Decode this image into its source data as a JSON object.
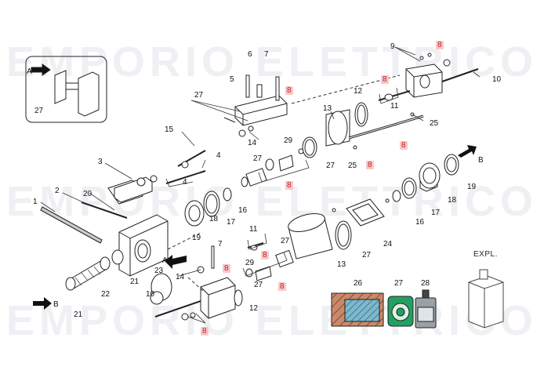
{
  "watermark": {
    "text": "EMPORIO ELETTRICO",
    "color": "#e9ecf0"
  },
  "highlight_color": "#f7c9c9",
  "highlight_text_color": "#c2181f",
  "part_labels": [
    {
      "id": "l27a",
      "text": "27",
      "hl": false
    },
    {
      "id": "l9",
      "text": "9",
      "hl": false
    },
    {
      "id": "l8a",
      "text": "8",
      "hl": true
    },
    {
      "id": "l6",
      "text": "6",
      "hl": false
    },
    {
      "id": "l7a",
      "text": "7",
      "hl": false
    },
    {
      "id": "l5",
      "text": "5",
      "hl": false
    },
    {
      "id": "l8b",
      "text": "8",
      "hl": true
    },
    {
      "id": "l10a",
      "text": "10",
      "hl": false
    },
    {
      "id": "l8c",
      "text": "8",
      "hl": true
    },
    {
      "id": "l27b",
      "text": "27",
      "hl": false
    },
    {
      "id": "l12a",
      "text": "12",
      "hl": false
    },
    {
      "id": "l11a",
      "text": "11",
      "hl": false
    },
    {
      "id": "l13a",
      "text": "13",
      "hl": false
    },
    {
      "id": "l25a",
      "text": "25",
      "hl": false
    },
    {
      "id": "l15",
      "text": "15",
      "hl": false
    },
    {
      "id": "l14a",
      "text": "14",
      "hl": false
    },
    {
      "id": "l29a",
      "text": "29",
      "hl": false
    },
    {
      "id": "l8d",
      "text": "8",
      "hl": true
    },
    {
      "id": "l27c",
      "text": "27",
      "hl": false
    },
    {
      "id": "l25b",
      "text": "25",
      "hl": false
    },
    {
      "id": "l8e",
      "text": "8",
      "hl": true
    },
    {
      "id": "l4a",
      "text": "4",
      "hl": false
    },
    {
      "id": "l3",
      "text": "3",
      "hl": false
    },
    {
      "id": "l27d",
      "text": "27",
      "hl": false
    },
    {
      "id": "l4b",
      "text": "4",
      "hl": false
    },
    {
      "id": "l8f",
      "text": "8",
      "hl": true
    },
    {
      "id": "lB1",
      "text": "B",
      "hl": false
    },
    {
      "id": "l19a",
      "text": "19",
      "hl": false
    },
    {
      "id": "l2",
      "text": "2",
      "hl": false
    },
    {
      "id": "l20",
      "text": "20",
      "hl": false
    },
    {
      "id": "l16a",
      "text": "16",
      "hl": false
    },
    {
      "id": "l18a",
      "text": "18",
      "hl": false
    },
    {
      "id": "l17a",
      "text": "17",
      "hl": false
    },
    {
      "id": "l1",
      "text": "1",
      "hl": false
    },
    {
      "id": "l17b",
      "text": "17",
      "hl": false
    },
    {
      "id": "l16b",
      "text": "16",
      "hl": false
    },
    {
      "id": "l18b",
      "text": "18",
      "hl": false
    },
    {
      "id": "l19b",
      "text": "19",
      "hl": false
    },
    {
      "id": "l11b",
      "text": "11",
      "hl": false
    },
    {
      "id": "l24",
      "text": "24",
      "hl": false
    },
    {
      "id": "l27e",
      "text": "27",
      "hl": false
    },
    {
      "id": "l8g",
      "text": "8",
      "hl": true
    },
    {
      "id": "l27f",
      "text": "27",
      "hl": false
    },
    {
      "id": "l21a",
      "text": "21",
      "hl": false
    },
    {
      "id": "lA2",
      "text": "A",
      "hl": false
    },
    {
      "id": "l23",
      "text": "23",
      "hl": false
    },
    {
      "id": "l7b",
      "text": "7",
      "hl": false
    },
    {
      "id": "l13b",
      "text": "13",
      "hl": false
    },
    {
      "id": "l29b",
      "text": "29",
      "hl": false
    },
    {
      "id": "l27g",
      "text": "27",
      "hl": false
    },
    {
      "id": "l14b",
      "text": "14",
      "hl": false
    },
    {
      "id": "l8h",
      "text": "8",
      "hl": true
    },
    {
      "id": "l22",
      "text": "22",
      "hl": false
    },
    {
      "id": "l8i",
      "text": "8",
      "hl": true
    },
    {
      "id": "l10b",
      "text": "10",
      "hl": false
    },
    {
      "id": "l12b",
      "text": "12",
      "hl": false
    },
    {
      "id": "lB2",
      "text": "B",
      "hl": false
    },
    {
      "id": "l21b",
      "text": "21",
      "hl": false
    },
    {
      "id": "l8j",
      "text": "8",
      "hl": true
    },
    {
      "id": "l26",
      "text": "26",
      "hl": false
    },
    {
      "id": "l27h",
      "text": "27",
      "hl": false
    },
    {
      "id": "l28",
      "text": "28",
      "hl": false
    },
    {
      "id": "lA1",
      "text": "A",
      "hl": false
    }
  ],
  "expl_label": "EXPL."
}
